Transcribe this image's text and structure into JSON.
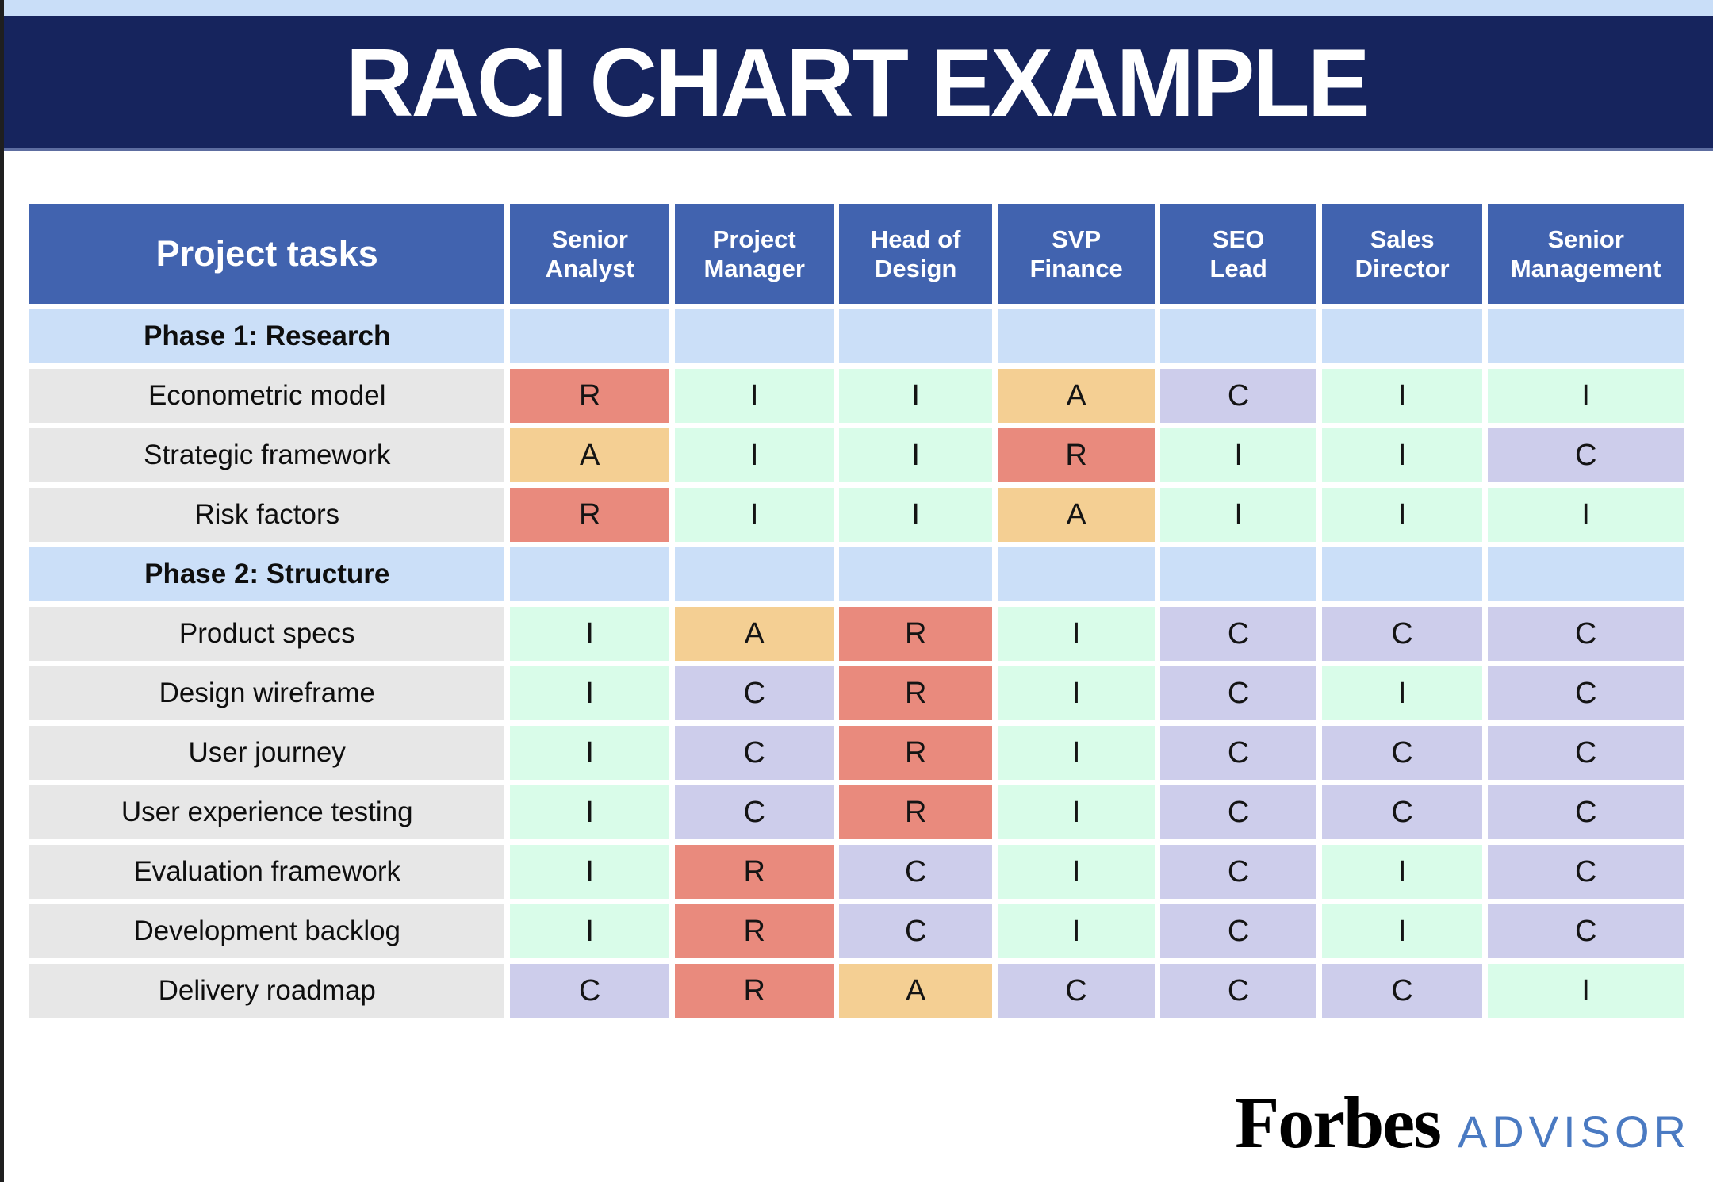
{
  "title": "RACI CHART EXAMPLE",
  "table": {
    "corner_header": "Project tasks",
    "columns": [
      "Senior\nAnalyst",
      "Project\nManager",
      "Head of\nDesign",
      "SVP\nFinance",
      "SEO\nLead",
      "Sales\nDirector",
      "Senior\nManagement"
    ],
    "rows": [
      {
        "type": "phase",
        "label": "Phase 1: Research"
      },
      {
        "type": "task",
        "label": "Econometric model",
        "cells": [
          "R",
          "I",
          "I",
          "A",
          "C",
          "I",
          "I"
        ]
      },
      {
        "type": "task",
        "label": "Strategic framework",
        "cells": [
          "A",
          "I",
          "I",
          "R",
          "I",
          "I",
          "C"
        ]
      },
      {
        "type": "task",
        "label": "Risk factors",
        "cells": [
          "R",
          "I",
          "I",
          "A",
          "I",
          "I",
          "I"
        ]
      },
      {
        "type": "phase",
        "label": "Phase 2: Structure"
      },
      {
        "type": "task",
        "label": "Product specs",
        "cells": [
          "I",
          "A",
          "R",
          "I",
          "C",
          "C",
          "C"
        ]
      },
      {
        "type": "task",
        "label": "Design wireframe",
        "cells": [
          "I",
          "C",
          "R",
          "I",
          "C",
          "I",
          "C"
        ]
      },
      {
        "type": "task",
        "label": "User journey",
        "cells": [
          "I",
          "C",
          "R",
          "I",
          "C",
          "C",
          "C"
        ]
      },
      {
        "type": "task",
        "label": "User experience testing",
        "cells": [
          "I",
          "C",
          "R",
          "I",
          "C",
          "C",
          "C"
        ]
      },
      {
        "type": "task",
        "label": "Evaluation framework",
        "cells": [
          "I",
          "R",
          "C",
          "I",
          "C",
          "I",
          "C"
        ]
      },
      {
        "type": "task",
        "label": "Development backlog",
        "cells": [
          "I",
          "R",
          "C",
          "I",
          "C",
          "I",
          "C"
        ]
      },
      {
        "type": "task",
        "label": "Delivery roadmap",
        "cells": [
          "C",
          "R",
          "A",
          "C",
          "C",
          "C",
          "I"
        ]
      }
    ]
  },
  "colors": {
    "R": "#e98a7d",
    "A": "#f4cf93",
    "C": "#cdcdeb",
    "I": "#d9fce9",
    "phase_row": "#cbdff8",
    "task_label": "#e7e7e7",
    "header_cell": "#4163af",
    "title_bar": "#16245d",
    "top_strip": "#c9def8",
    "advisor_text": "#4a7ac2"
  },
  "footer": {
    "brand": "Forbes",
    "brand_suffix": "ADVISOR"
  }
}
